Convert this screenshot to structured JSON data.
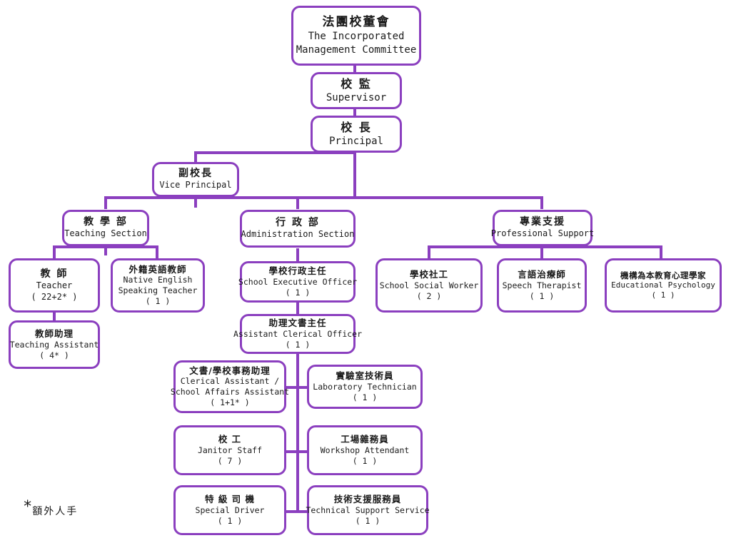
{
  "meta": {
    "title": "School Organisation Chart",
    "accent_color": "#8B3FBF",
    "text_color": "#1a1a1a",
    "background": "#ffffff"
  },
  "footnote": {
    "marker": "*",
    "text": "額外人手"
  },
  "nodes": {
    "imc": {
      "zh": "法團校董會",
      "en_line1": "The Incorporated",
      "en_line2": "Management Committee"
    },
    "supervisor": {
      "zh": "校 監",
      "en": "Supervisor"
    },
    "principal": {
      "zh": "校 長",
      "en": "Principal"
    },
    "vice_principal": {
      "zh": "副校長",
      "en": "Vice Principal"
    },
    "teaching_section": {
      "zh": "教 學 部",
      "en": "Teaching Section"
    },
    "administration_section": {
      "zh": "行 政 部",
      "en": "Administration Section"
    },
    "professional_support": {
      "zh": "專業支援",
      "en": "Professional Support"
    },
    "teacher": {
      "zh": "教 師",
      "en": "Teacher",
      "count": "( 22+2* )"
    },
    "native_english_teacher": {
      "zh": "外籍英語教師",
      "en_line1": "Native English",
      "en_line2": "Speaking Teacher",
      "count": "( 1 )"
    },
    "teaching_assistant": {
      "zh": "教師助理",
      "en": "Teaching Assistant",
      "count": "( 4* )"
    },
    "school_executive_officer": {
      "zh": "學校行政主任",
      "en": "School Executive Officer",
      "count": "( 1 )"
    },
    "assistant_clerical_officer": {
      "zh": "助理文書主任",
      "en": "Assistant Clerical Officer",
      "count": "( 1 )"
    },
    "clerical_assistant": {
      "zh": "文書/學校事務助理",
      "en_line1": "Clerical Assistant /",
      "en_line2": "School Affairs Assistant",
      "count": "( 1+1* )"
    },
    "laboratory_technician": {
      "zh": "實驗室技術員",
      "en": "Laboratory Technician",
      "count": "( 1 )"
    },
    "janitor_staff": {
      "zh": "校 工",
      "en": "Janitor Staff",
      "count": "( 7 )"
    },
    "workshop_attendant": {
      "zh": "工場雜務員",
      "en": "Workshop Attendant",
      "count": "( 1 )"
    },
    "special_driver": {
      "zh": "特 級 司 機",
      "en": "Special Driver",
      "count": "( 1 )"
    },
    "technical_support_service": {
      "zh": "技術支援服務員",
      "en": "Technical Support Service",
      "count": "( 1 )"
    },
    "school_social_worker": {
      "zh": "學校社工",
      "en": "School Social Worker",
      "count": "( 2 )"
    },
    "speech_therapist": {
      "zh": "言語治療師",
      "en": "Speech Therapist",
      "count": "( 1 )"
    },
    "educational_psychology": {
      "zh": "機構為本教育心理學家",
      "en": "Educational Psychology",
      "count": "( 1 )"
    }
  }
}
